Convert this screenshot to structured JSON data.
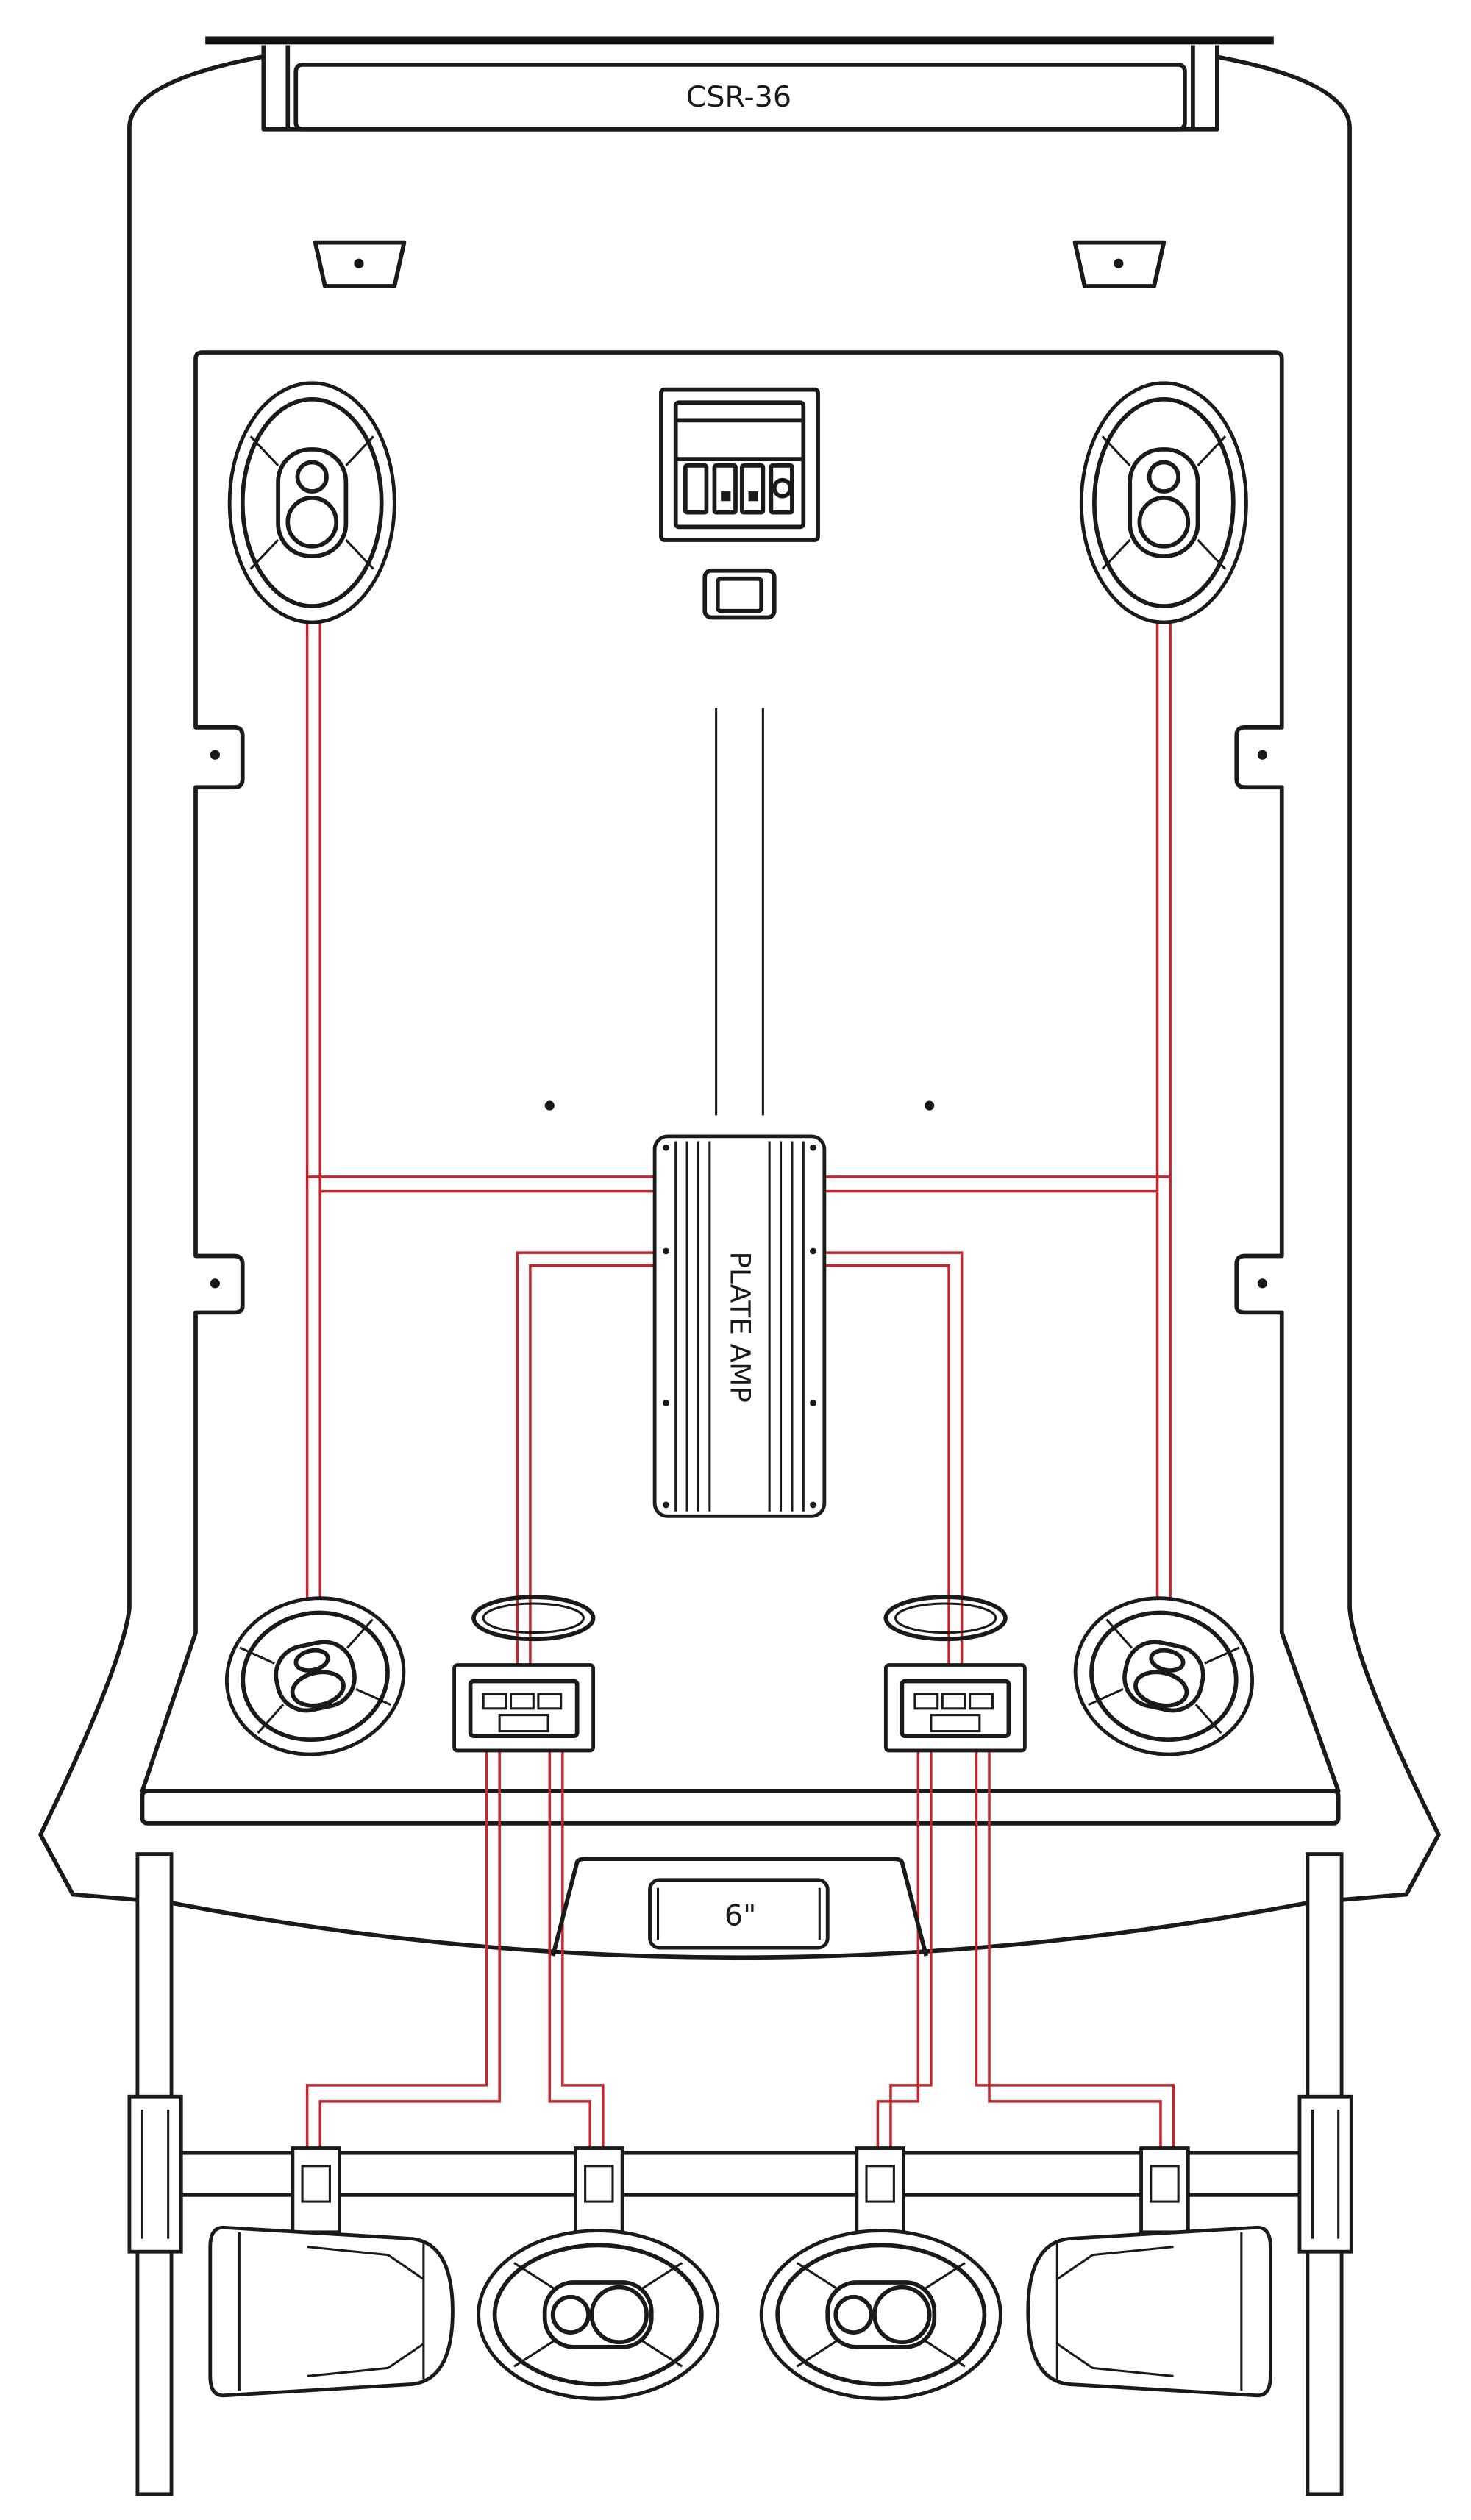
{
  "diagram": {
    "light_bar_label": "CSR-36",
    "amplifier_label": "PLATE AMP",
    "subwoofer_label": "6\"",
    "colors": {
      "wire": "#c1272d",
      "outline": "#1a1a1a"
    }
  }
}
